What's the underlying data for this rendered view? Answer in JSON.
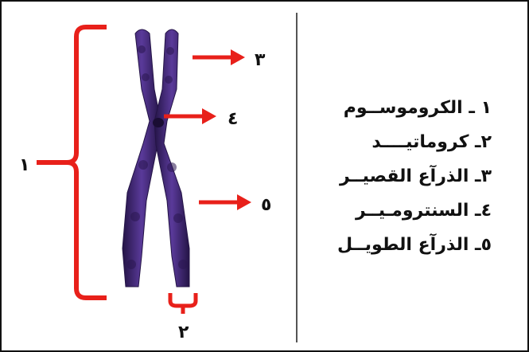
{
  "diagram": {
    "labels": {
      "chromosome": "١",
      "chromatid": "٢",
      "short_arm": "٣",
      "centromere": "٤",
      "long_arm": "٥"
    },
    "legend": [
      "١ ـ الكروموســوم",
      "٢ـ كروماتيــــد",
      "٣ـ الذرآع القصيــر",
      "٤ـ السنترومـيــر",
      "٥ـ الذرآع الطويــل"
    ],
    "colors": {
      "arrow": "#e8201a",
      "chromosome_fill": "#4b2c86",
      "chromosome_dark": "#241446",
      "text": "#111111"
    }
  }
}
